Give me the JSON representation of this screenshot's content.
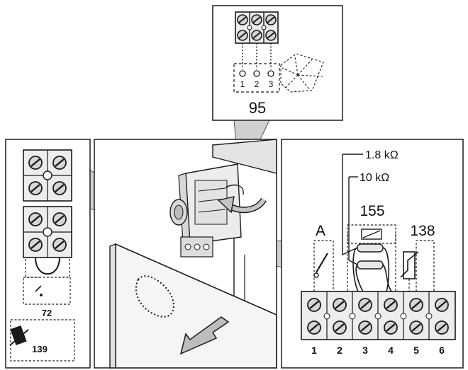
{
  "top_panel": {
    "terminal_numbers": [
      "1",
      "2",
      "3"
    ],
    "ref_number": "95"
  },
  "left_panel": {
    "ref_switch": "72",
    "ref_sensor": "139"
  },
  "right_panel": {
    "resistor_1": "1.8 kΩ",
    "resistor_2": "10 kΩ",
    "ref_resistor_group": "155",
    "label_switch_group": "A",
    "ref_thermistor": "138",
    "terminal_numbers": [
      "1",
      "2",
      "3",
      "4",
      "5",
      "6"
    ]
  },
  "colors": {
    "line": "#1a1a1a",
    "panel_border": "#2a2a2a",
    "callout_fill": "#d0d0d0",
    "device_fill": "#e9e9e9",
    "terminal_fill": "#dcdcdc"
  },
  "icons": [
    "screw-terminal-icon",
    "switch-icon",
    "resistor-icon",
    "thermistor-icon",
    "sensor-icon",
    "arrow-icon"
  ]
}
